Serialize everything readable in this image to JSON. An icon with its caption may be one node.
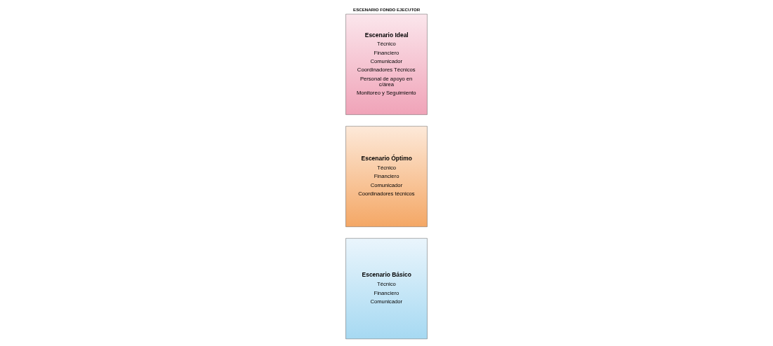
{
  "diagram": {
    "title": "ESCENARIO FONDO EJECUTOR",
    "nodes": [
      {
        "text": [
          "Escenario Básico",
          "Técnico",
          "Financiero",
          "Comunicador"
        ]
      },
      {
        "text": [
          "Escenario Óptimo",
          "Técnico",
          "Financiero",
          "Comunicador",
          "Coordinadores técnicos"
        ]
      },
      {
        "text": [
          "Escenario Ideal",
          "Técnico",
          "Financiero",
          "Comunicador",
          "Coordinadores Técnicos",
          "Personal de apoyo en c/área",
          "Monitoreo y Seguimiento"
        ]
      }
    ]
  }
}
